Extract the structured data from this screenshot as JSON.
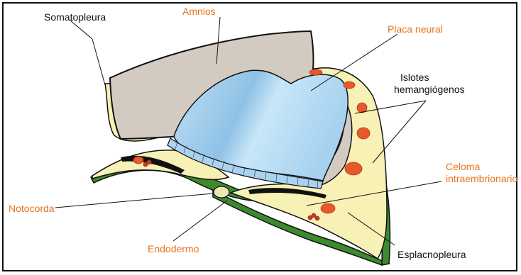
{
  "labels": {
    "somatopleura": "Somatopleura",
    "amnios": "Amnios",
    "placa_neural": "Placa neural",
    "islotes_1": "Islotes",
    "islotes_2": "hemangiógenos",
    "celoma_1": "Celoma",
    "celoma_2": "intraembrionario",
    "notocorda": "Notocorda",
    "endodermo": "Endodermo",
    "esplacnopleura": "Esplacnopleura"
  },
  "colors": {
    "label_orange": "#e8731e",
    "label_black": "#111111",
    "amnion_fill": "#d3cbc1",
    "neural_plate_blue": "#a9d3ef",
    "mesoderm_yellow": "#f7f1b6",
    "blood_islands_red": "#e8582b",
    "endoderm_green": "#3c8a2c"
  }
}
